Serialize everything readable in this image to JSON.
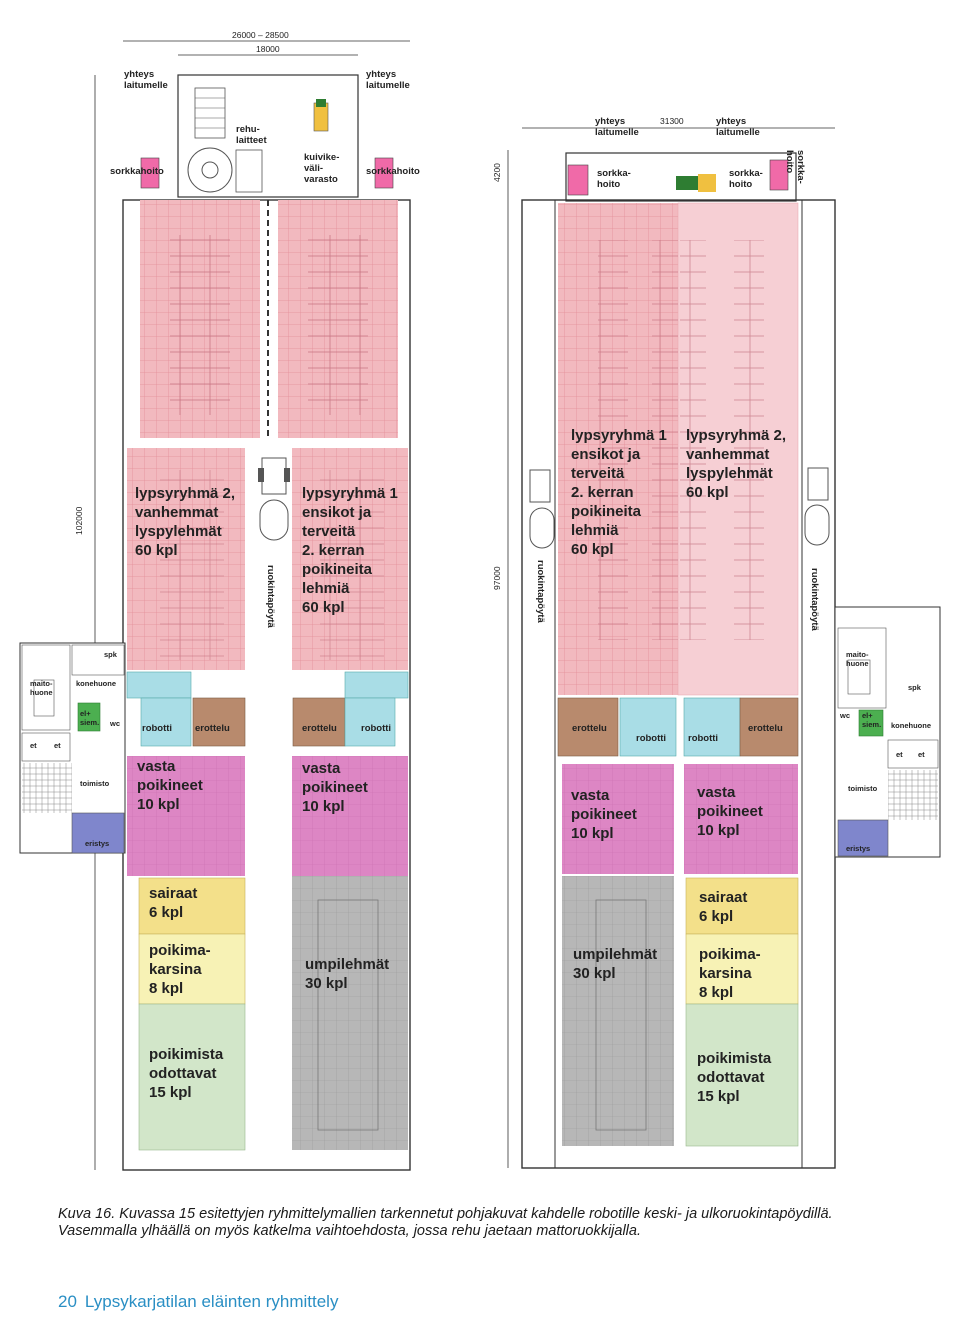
{
  "colors": {
    "milking": "#f2b9bf",
    "milking_grid": "#e48f99",
    "fresh": "#dd86c4",
    "sick": "#f3e08a",
    "calving": "#f7f2b5",
    "waiting": "#d2e6c9",
    "dry": "#b7b7b7",
    "separation": "#b88a6d",
    "robot": "#a9dde6",
    "hoof": "#f06aa8",
    "isolation": "#7f86cc",
    "elsiem": "#4caf50",
    "caption": "#1a1a1a",
    "footer": "#2a8fc4"
  },
  "left_plan": {
    "dim_outer": "26000 – 28500",
    "dim_inner": "18000",
    "dim_side": "102000",
    "yhteys_left": [
      "yhteys",
      "laitumelle"
    ],
    "yhteys_right": [
      "yhteys",
      "laitumelle"
    ],
    "rehulaitteet": [
      "rehu-",
      "laitteet"
    ],
    "kuivike": [
      "kuivike-",
      "väli-",
      "varasto"
    ],
    "sorkkahoito_left": "sorkkahoito",
    "sorkkahoito_right": "sorkkahoito",
    "group2": [
      "lypsyryhmä 2,",
      "vanhemmat",
      "lyspylehmät",
      "60 kpl"
    ],
    "group1": [
      "lypsyryhmä 1",
      "ensikot ja",
      "terveitä",
      "2. kerran",
      "poikineita",
      "lehmiä",
      "60 kpl"
    ],
    "ruokintapoyta": "ruokintapöytä",
    "robotti_left": "robotti",
    "erottelu_left": "erottelu",
    "erottelu_right": "erottelu",
    "robotti_right": "robotti",
    "vasta_left": [
      "vasta",
      "poikineet",
      "10 kpl"
    ],
    "vasta_right": [
      "vasta",
      "poikineet",
      "10 kpl"
    ],
    "sairaat": [
      "sairaat",
      "6 kpl"
    ],
    "poikimakarsina": [
      "poikima-",
      "karsina",
      "8 kpl"
    ],
    "odottavat": [
      "poikimista",
      "odottavat",
      "15 kpl"
    ],
    "umpilehmat": [
      "umpilehmät",
      "30 kpl"
    ],
    "spk": "spk",
    "maitohuone": [
      "maito-",
      "huone"
    ],
    "konehuone": "konehuone",
    "elsiem": [
      "el+",
      "siem."
    ],
    "wc": "wc",
    "et1": "et",
    "et2": "et",
    "toimisto": "toimisto",
    "eristys": "eristys"
  },
  "right_plan": {
    "dim_top": "31300",
    "dim_side1": "4200",
    "dim_side2": "97000",
    "yhteys_left": [
      "yhteys",
      "laitumelle"
    ],
    "yhteys_right": [
      "yhteys",
      "laitumelle"
    ],
    "sorkkahoito_left": [
      "sorkka-",
      "hoito"
    ],
    "sorkkahoito_mid": [
      "sorkka-",
      "hoito"
    ],
    "sorkkahoito_side": [
      "sorkka-",
      "hoito"
    ],
    "group1": [
      "lypsyryhmä 1",
      "ensikot ja",
      "terveitä",
      "2. kerran",
      "poikineita",
      "lehmiä",
      "60 kpl"
    ],
    "group2": [
      "lypsyryhmä 2,",
      "vanhemmat",
      "lyspylehmät",
      "60 kpl"
    ],
    "ruokintapoyta_left": "ruokintapöytä",
    "ruokintapoyta_right": "ruokintapöytä",
    "erottelu_left": "erottelu",
    "robotti_left": "robotti",
    "robotti_right": "robotti",
    "erottelu_right": "erottelu",
    "vasta_left": [
      "vasta",
      "poikineet",
      "10 kpl"
    ],
    "vasta_right": [
      "vasta",
      "poikineet",
      "10 kpl"
    ],
    "umpilehmat": [
      "umpilehmät",
      "30 kpl"
    ],
    "sairaat": [
      "sairaat",
      "6 kpl"
    ],
    "poikimakarsina": [
      "poikima-",
      "karsina",
      "8 kpl"
    ],
    "odottavat": [
      "poikimista",
      "odottavat",
      "15 kpl"
    ],
    "maitohuone": [
      "maito-",
      "huone"
    ],
    "spk": "spk",
    "wc": "wc",
    "elsiem": [
      "el+",
      "siem."
    ],
    "konehuone": "konehuone",
    "et1": "et",
    "et2": "et",
    "toimisto": "toimisto",
    "eristys": "eristys"
  },
  "caption": {
    "line1": "Kuva 16. Kuvassa 15 esitettyjen ryhmittelymallien tarkennetut pohjakuvat kahdelle robotille keski- ja ulkoruokintapöydillä.",
    "line2": "Vasemmalla ylhäällä on myös katkelma vaihtoehdosta, jossa rehu jaetaan mattoruokkijalla."
  },
  "footer": {
    "page_number": "20",
    "title": "Lypsykarjatilan eläinten ryhmittely"
  }
}
